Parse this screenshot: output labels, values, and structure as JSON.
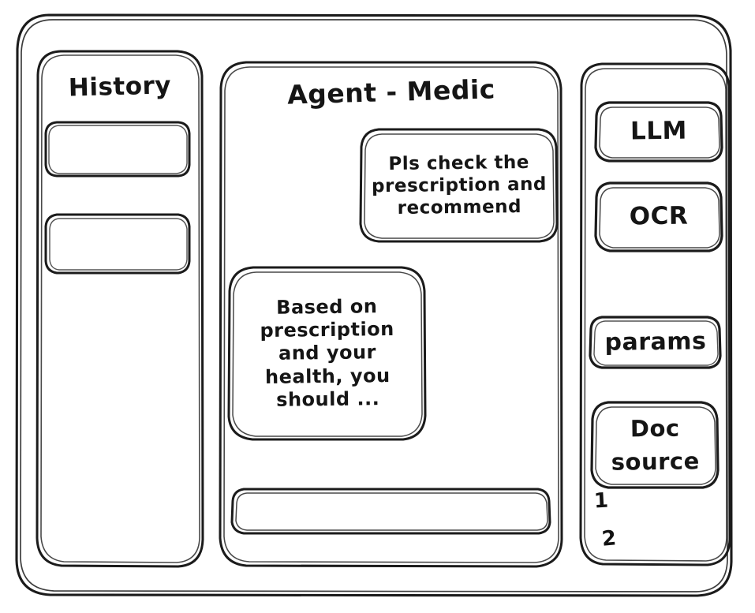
{
  "app": {
    "style": "hand-drawn wireframe sketch",
    "stroke_color": "#1b1b1b",
    "background_color": "#ffffff"
  },
  "sidebar": {
    "title": "History",
    "items": [
      {
        "label": "",
        "name": "history-item-1"
      },
      {
        "label": "",
        "name": "history-item-2"
      }
    ]
  },
  "main": {
    "title": "Agent - Medic",
    "messages": [
      {
        "role": "user",
        "text": "Pls check the prescription and recommend",
        "align": "right"
      },
      {
        "role": "agent",
        "text": "Based on prescription and your health, you should ...",
        "align": "left"
      }
    ],
    "input": {
      "value": "",
      "placeholder": ""
    }
  },
  "tools": {
    "items": [
      {
        "label": "LLM"
      },
      {
        "label": "OCR"
      },
      {
        "label": "params"
      },
      {
        "label": "Doc source"
      }
    ],
    "doc_source_markers": [
      "1",
      "2"
    ]
  }
}
